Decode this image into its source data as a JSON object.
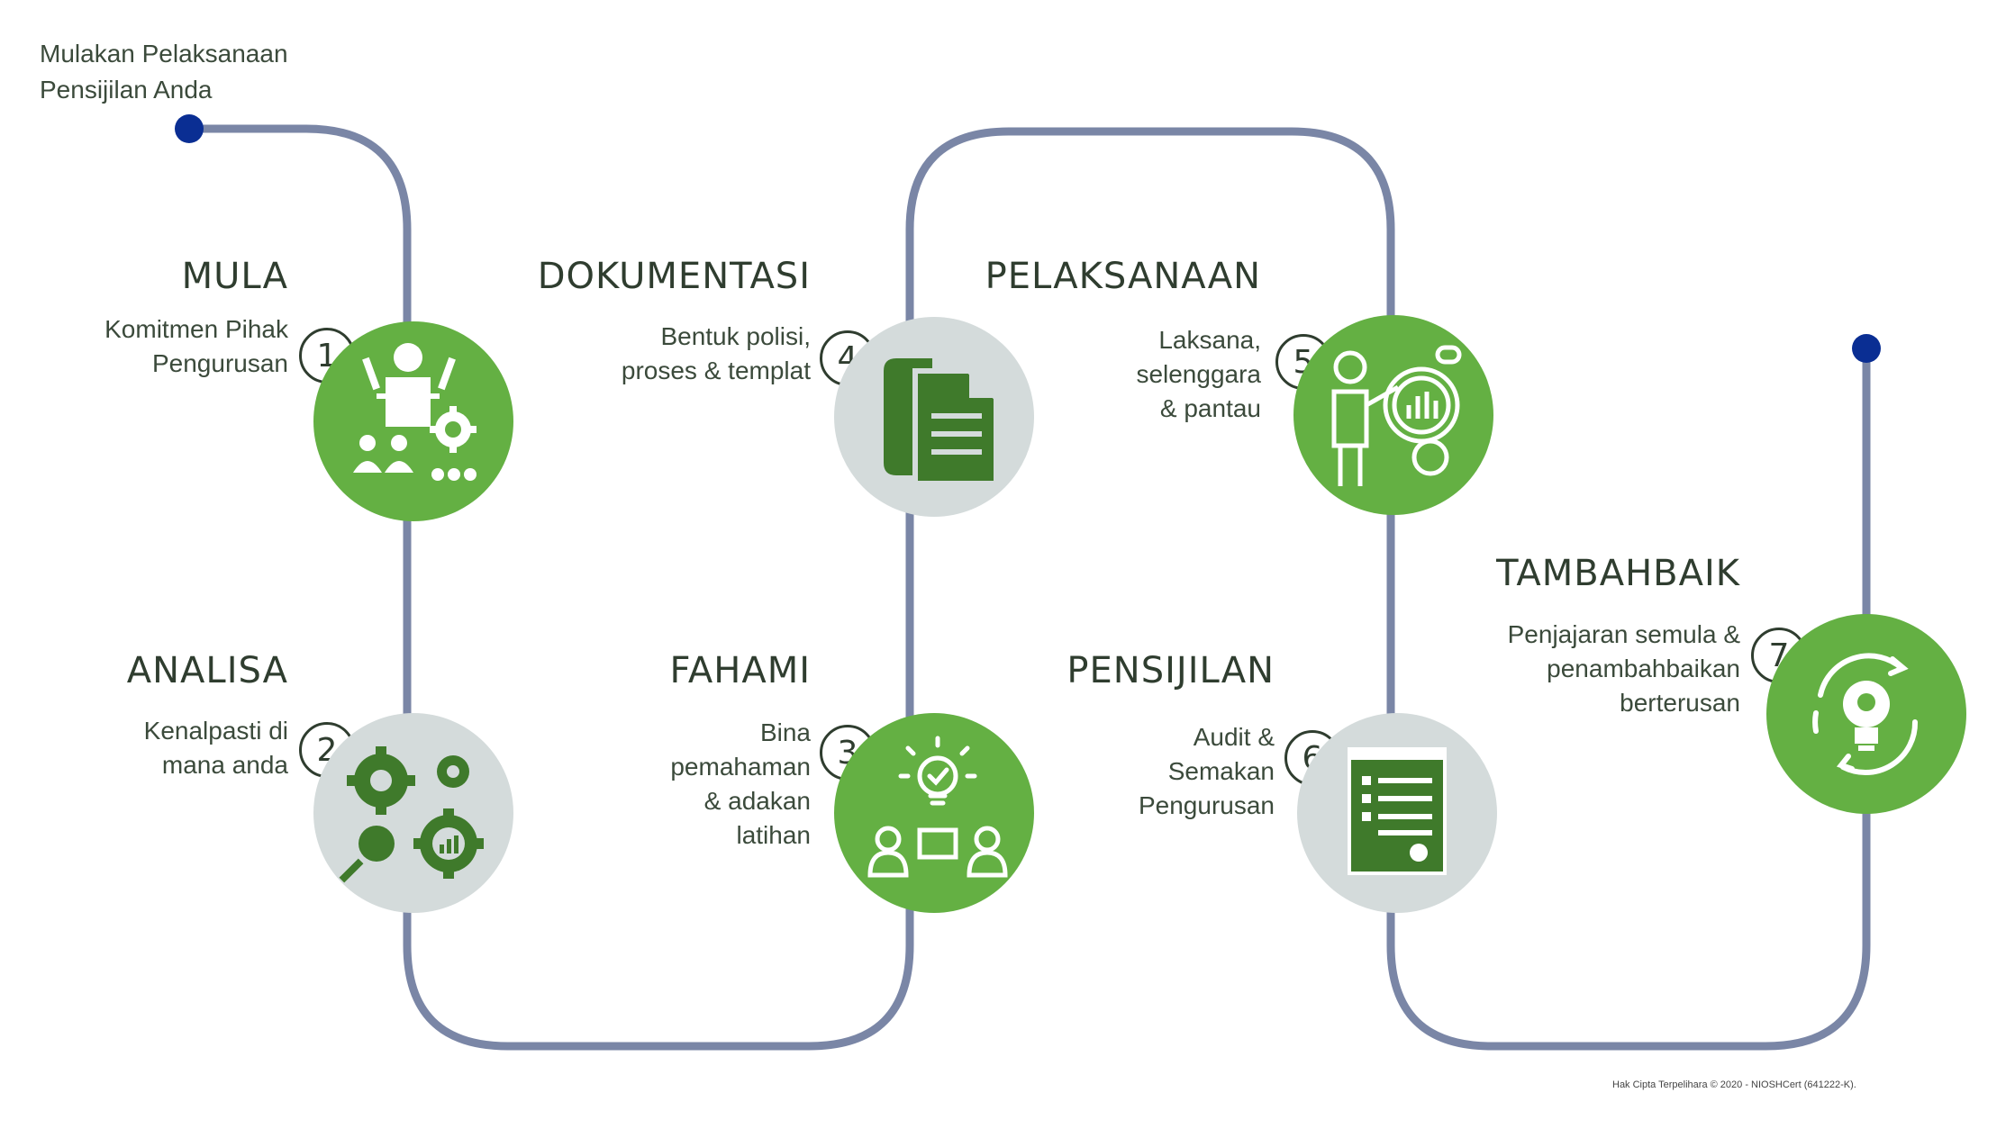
{
  "intro_text": [
    "Mulakan Pelaksanaan",
    "Pensijilan Anda"
  ],
  "colors": {
    "path": "#7a86a6",
    "dot": "#0a2e93",
    "green": "#64b043",
    "dark_green": "#3f7a2b",
    "grey": "#d4dbdb",
    "text": "#3b4a3b"
  },
  "steps": [
    {
      "number": "1",
      "title": "MULA",
      "desc": [
        "Komitmen Pihak",
        "Pengurusan"
      ],
      "icon": "leadership-team-icon",
      "style": "green"
    },
    {
      "number": "2",
      "title": "ANALISA",
      "desc": [
        "Kenalpasti di",
        "mana anda"
      ],
      "icon": "analysis-gears-icon",
      "style": "grey"
    },
    {
      "number": "3",
      "title": "FAHAMI",
      "desc": [
        "Bina",
        "pemahaman",
        "& adakan",
        "latihan"
      ],
      "icon": "training-idea-icon",
      "style": "green"
    },
    {
      "number": "4",
      "title": "DOKUMENTASI",
      "desc": [
        "Bentuk polisi,",
        "proses & templat"
      ],
      "icon": "documents-icon",
      "style": "grey"
    },
    {
      "number": "5",
      "title": "PELAKSANAAN",
      "desc": [
        "Laksana,",
        "selenggara",
        "& pantau"
      ],
      "icon": "monitoring-person-icon",
      "style": "green"
    },
    {
      "number": "6",
      "title": "PENSIJILAN",
      "desc": [
        "Audit &",
        "Semakan",
        "Pengurusan"
      ],
      "icon": "certificate-icon",
      "style": "grey"
    },
    {
      "number": "7",
      "title": "TAMBAHBAIK",
      "desc": [
        "Penjajaran semula &",
        "penambahbaikan",
        "berterusan"
      ],
      "icon": "continuous-improvement-icon",
      "style": "green"
    }
  ],
  "copyright": "Hak Cipta Terpelihara © 2020 - NIOSHCert (641222-K)."
}
